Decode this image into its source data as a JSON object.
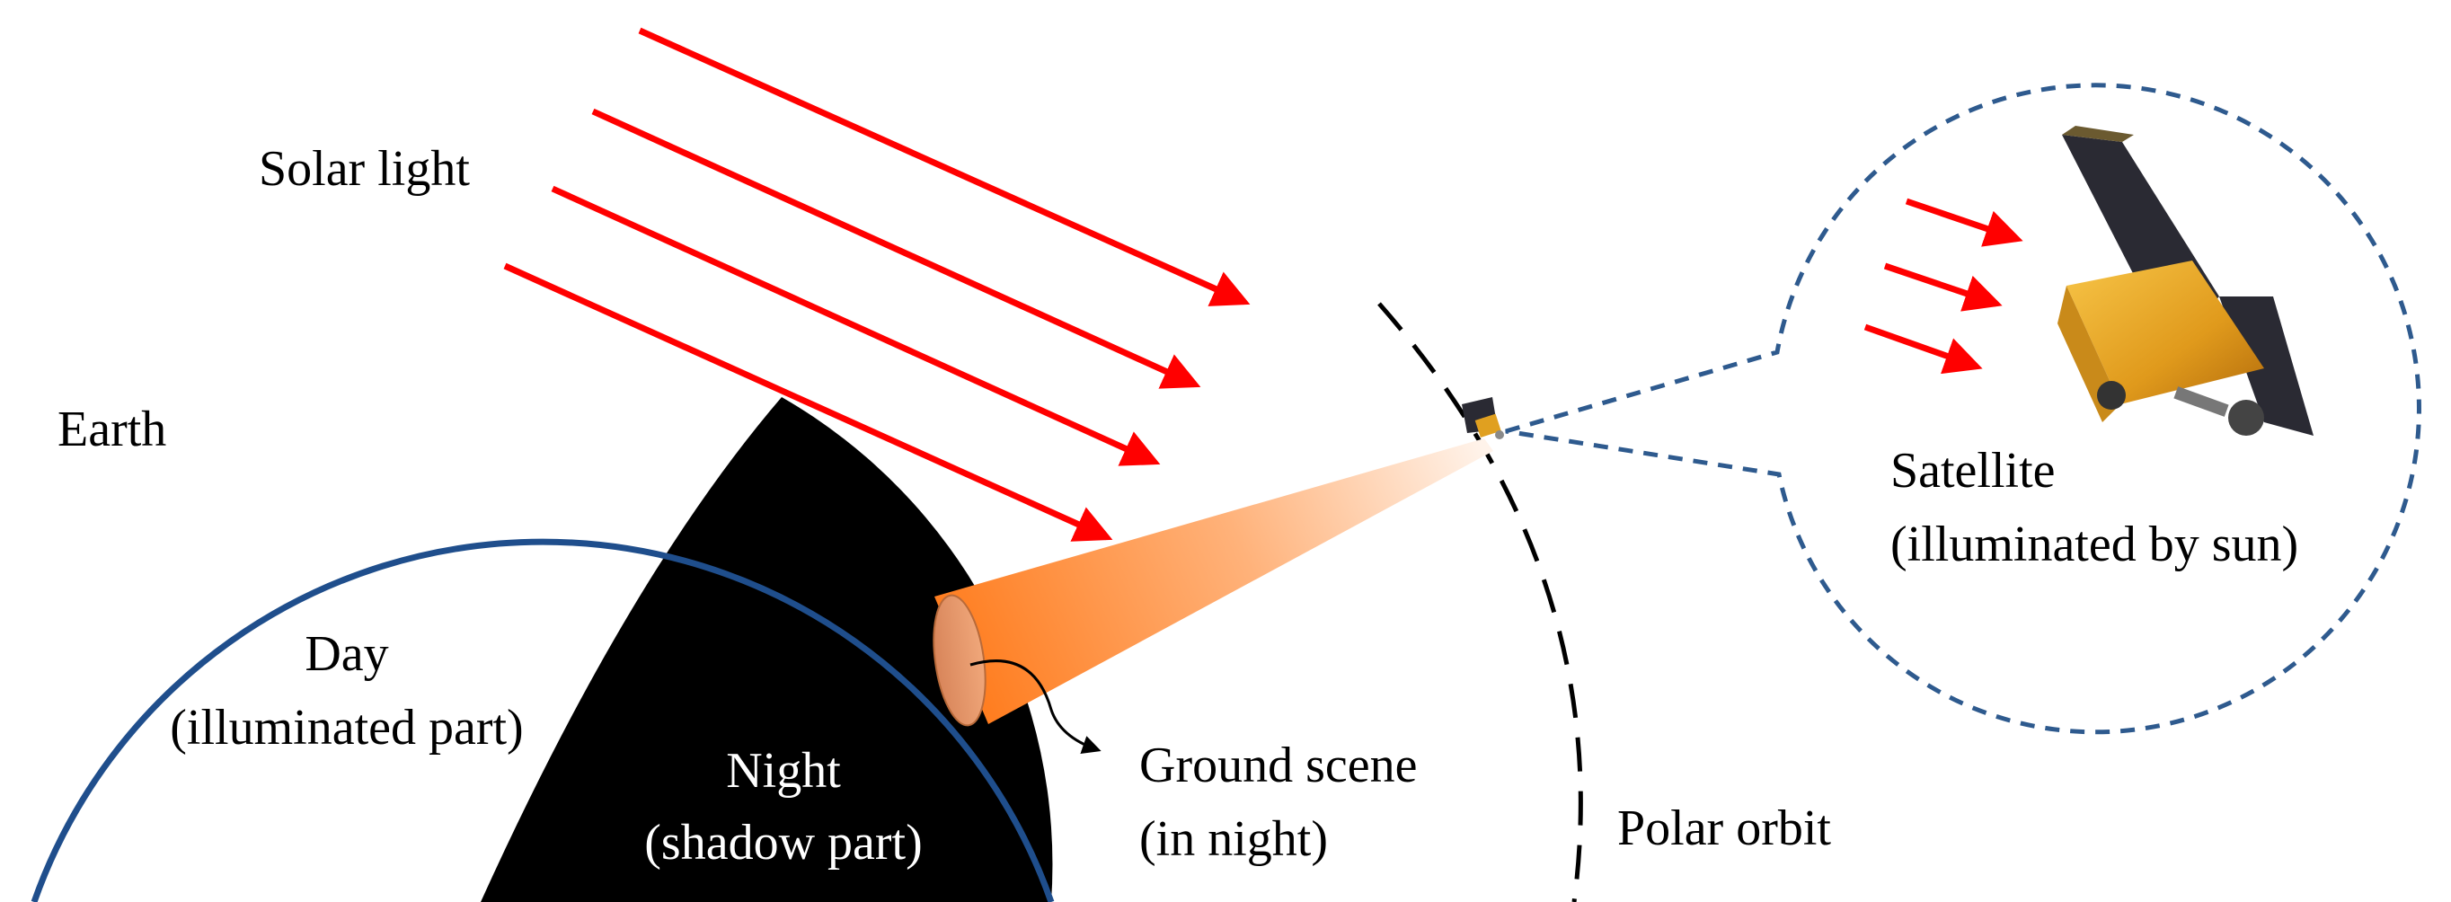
{
  "labels": {
    "solar_light": "Solar light",
    "earth": "Earth",
    "day_line1": "Day",
    "day_line2": "(illuminated part)",
    "night_line1": "Night",
    "night_line2": "(shadow part)",
    "ground_line1": "Ground scene",
    "ground_line2": "(in night)",
    "polar_orbit": "Polar orbit",
    "satellite_line1": "Satellite",
    "satellite_line2": "(illuminated by sun)"
  },
  "colors": {
    "earth_outline": "#1f4e8c",
    "night": "#000000",
    "solar_rays": "#ff0000",
    "beam_near": "#ff7a1a",
    "beam_far": "#ffffff",
    "orbit": "#000000",
    "callout": "#2e5a8e",
    "satellite_body": "#e0a020",
    "solar_panel": "#2a2a33"
  },
  "icons": {
    "satellite": "satellite-icon",
    "ray_arrow": "arrow-right-icon",
    "pointer_arrow": "curved-arrow-icon"
  }
}
